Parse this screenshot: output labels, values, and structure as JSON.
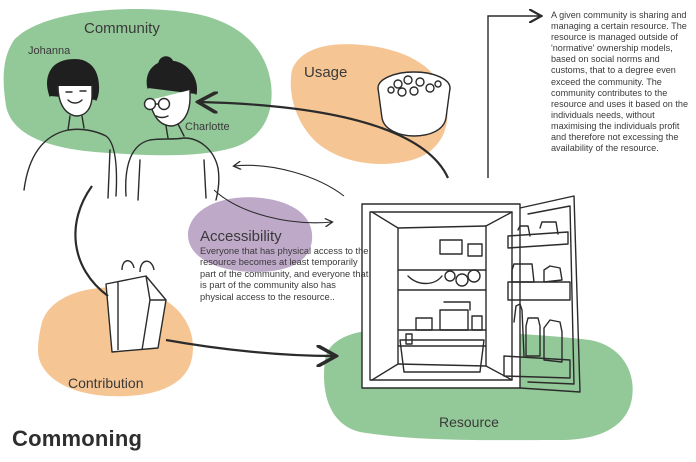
{
  "title": "Commoning",
  "labels": {
    "community": "Community",
    "usage": "Usage",
    "resource": "Resource",
    "contribution": "Contribution",
    "person_left": "Johanna",
    "person_right": "Charlotte"
  },
  "accessibility": {
    "heading": "Accessibility",
    "text": "Everyone that has physical access to the resource becomes at least temporarily part of the community, and everyone that is part of the community also has physical access to the resource.."
  },
  "description": "A given community is sharing and managing a certain resource. The resource is managed outside of 'normative' ownership models, based on social norms and customs, that to a degree even exceed the community. The community contributes to the resource and uses it based on the individuals needs, without maximising the individuals profit and therefore not excessing the availability of the resource.",
  "colors": {
    "green_blob": "#93c898",
    "orange_blob": "#f6c594",
    "purple_blob": "#bfa9c9",
    "line": "#2b2b2b"
  },
  "icons": [
    "people-illustration",
    "food-bowl-icon",
    "shopping-bag-icon",
    "fridge-illustration"
  ]
}
